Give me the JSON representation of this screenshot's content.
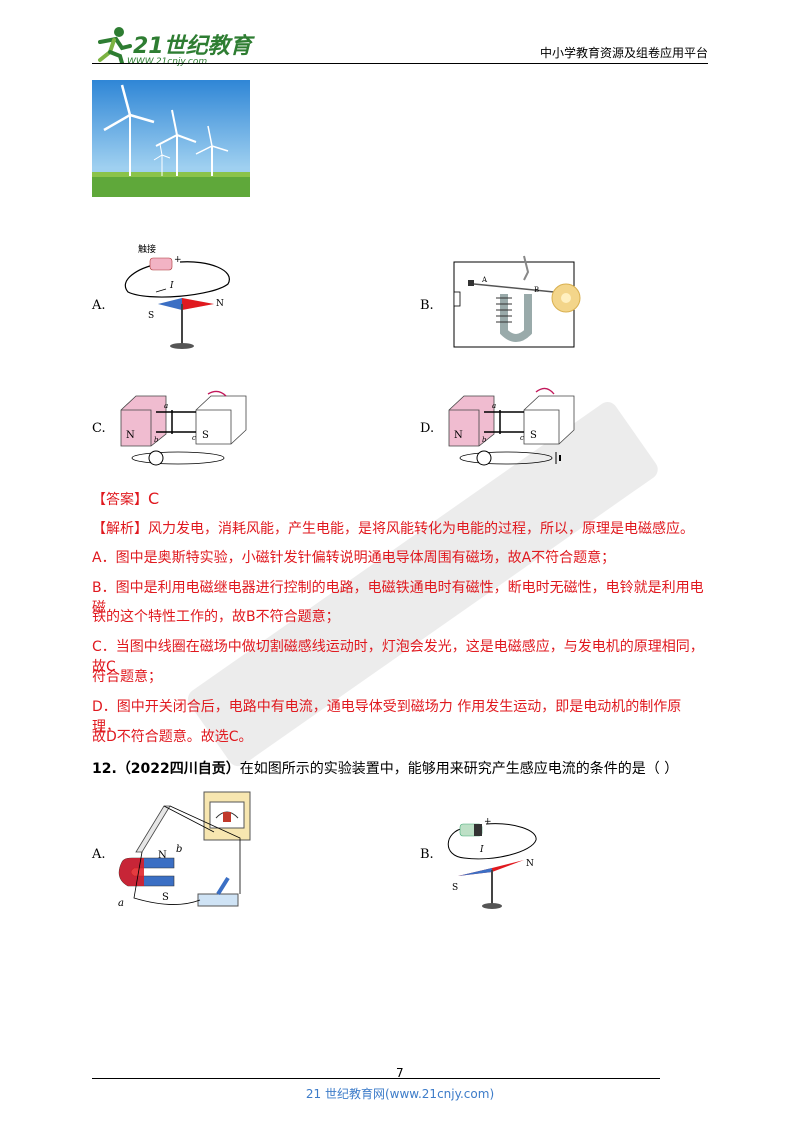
{
  "header": {
    "logo_text": "21世纪教育",
    "logo_url": "WWW.21cnjy.com",
    "right_text": "中小学教育资源及组卷应用平台"
  },
  "figures": {
    "previous_question_options": [
      {
        "label": "A.",
        "text_touch": "触接",
        "text_plus": "+",
        "text_current": "I",
        "text_s": "S",
        "text_n": "N"
      },
      {
        "label": "B.",
        "text_a": "A",
        "text_b": "B"
      },
      {
        "label": "C.",
        "text_n": "N",
        "text_s": "S",
        "text_a": "a",
        "text_b": "b",
        "text_c": "c"
      },
      {
        "label": "D.",
        "text_n": "N",
        "text_s": "S",
        "text_a": "a",
        "text_b": "b",
        "text_c": "c"
      }
    ]
  },
  "answer": {
    "label": "【答案】",
    "value": "C"
  },
  "analysis": {
    "label": "【解析】",
    "intro": "风力发电，消耗风能，产生电能，是将风能转化为电能的过程，所以，原理是电磁感应。",
    "a": "A．图中是奥斯特实验，小磁针发针偏转说明通电导体周围有磁场，故A不符合题意；",
    "b1": "B．图中是利用电磁继电器进行控制的电路，电磁铁通电时有磁性，断电时无磁性，电铃就是利用电磁",
    "b2": "铁的这个特性工作的，故B不符合题意；",
    "c1": "C．当图中线圈在磁场中做切割磁感线运动时，灯泡会发光，这是电磁感应，与发电机的原理相同，故C",
    "c2": "符合题意；",
    "d1": "D．图中开关闭合后，电路中有电流，通电导体受到磁场力   作用发生运动，即是电动机的制作原理，",
    "d2": "故D不符合题意。故选C。"
  },
  "question12": {
    "number": "12.",
    "source": "（2022四川自贡）",
    "text": "在如图所示的实验装置中，能够用来研究产生感应电流的条件的是（      ）",
    "options": [
      {
        "label": "A.",
        "text_n": "N",
        "text_s": "S",
        "text_a": "a",
        "text_b": "b"
      },
      {
        "label": "B.",
        "text_plus": "+",
        "text_current": "I",
        "text_s": "S",
        "text_n": "N"
      }
    ]
  },
  "footer": {
    "page_number": "7",
    "site": "21 世纪教育网(www.21cnjy.com)"
  }
}
